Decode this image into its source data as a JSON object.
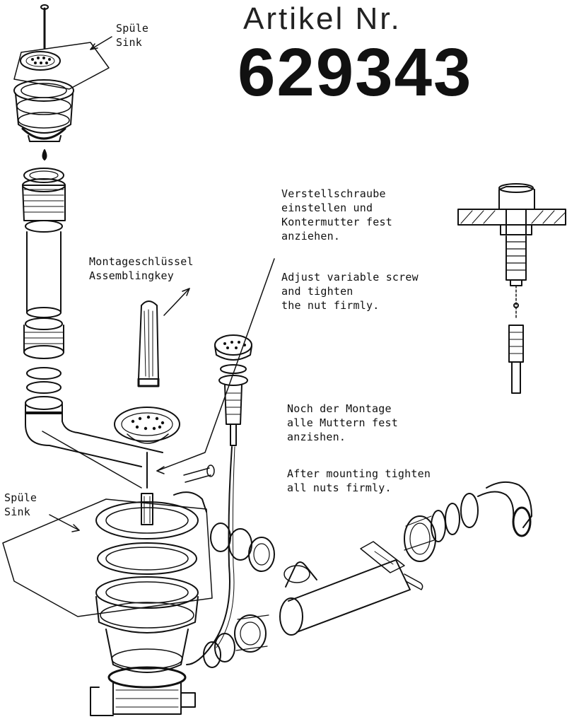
{
  "header": {
    "title_label": "Artikel Nr.",
    "article_number": "629343"
  },
  "labels": {
    "sink_top": [
      "Spüle",
      "Sink"
    ],
    "sink_bottom": [
      "Spüle",
      "Sink"
    ],
    "assembly_key": [
      "Montageschlüssel",
      "Assemblingkey"
    ],
    "adjust_de": [
      "Verstellschraube",
      "einstellen und",
      "Kontermutter fest",
      "anziehen."
    ],
    "adjust_en": [
      "Adjust variable screw",
      "and tighten",
      "the nut firmly."
    ],
    "mount_de": [
      "Noch der Montage",
      "alle Muttern fest",
      "anzishen."
    ],
    "mount_en": [
      "After mounting tighten",
      "all nuts firmly."
    ]
  },
  "colors": {
    "line": "#111111",
    "paper": "#ffffff"
  }
}
